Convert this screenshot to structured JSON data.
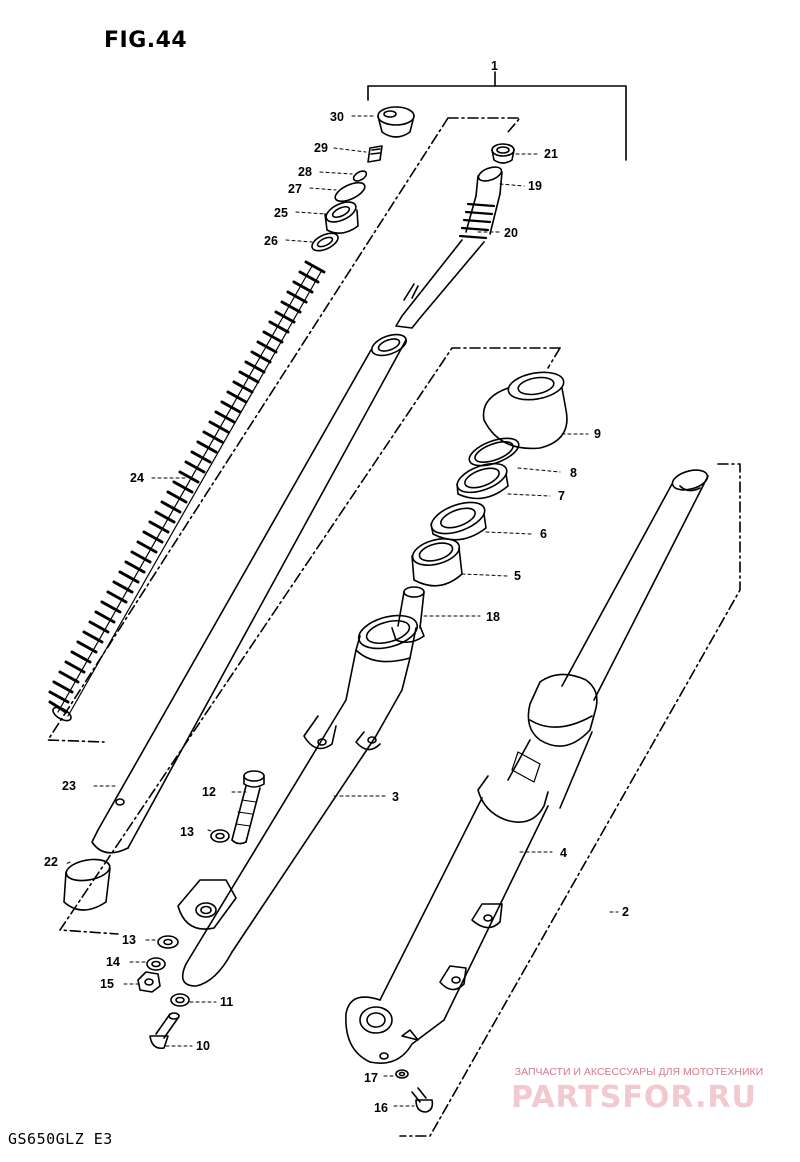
{
  "figure": {
    "title": "FIG.44",
    "model": "GS650GLZ E3"
  },
  "watermark": {
    "subtitle": "ЗАПЧАСТИ И АКСЕССУАРЫ ДЛЯ МОТОТЕХНИКИ",
    "logo": "PARTSFOR.RU"
  },
  "callouts": {
    "c1": "1",
    "c2": "2",
    "c3": "3",
    "c4": "4",
    "c5": "5",
    "c6": "6",
    "c7": "7",
    "c8": "8",
    "c9": "9",
    "c10": "10",
    "c11": "11",
    "c12": "12",
    "c13a": "13",
    "c13b": "13",
    "c14": "14",
    "c15": "15",
    "c16": "16",
    "c17": "17",
    "c18": "18",
    "c19": "19",
    "c20": "20",
    "c21": "21",
    "c22": "22",
    "c23": "23",
    "c24": "24",
    "c25": "25",
    "c26": "26",
    "c27": "27",
    "c28": "28",
    "c29": "29",
    "c30": "30"
  }
}
